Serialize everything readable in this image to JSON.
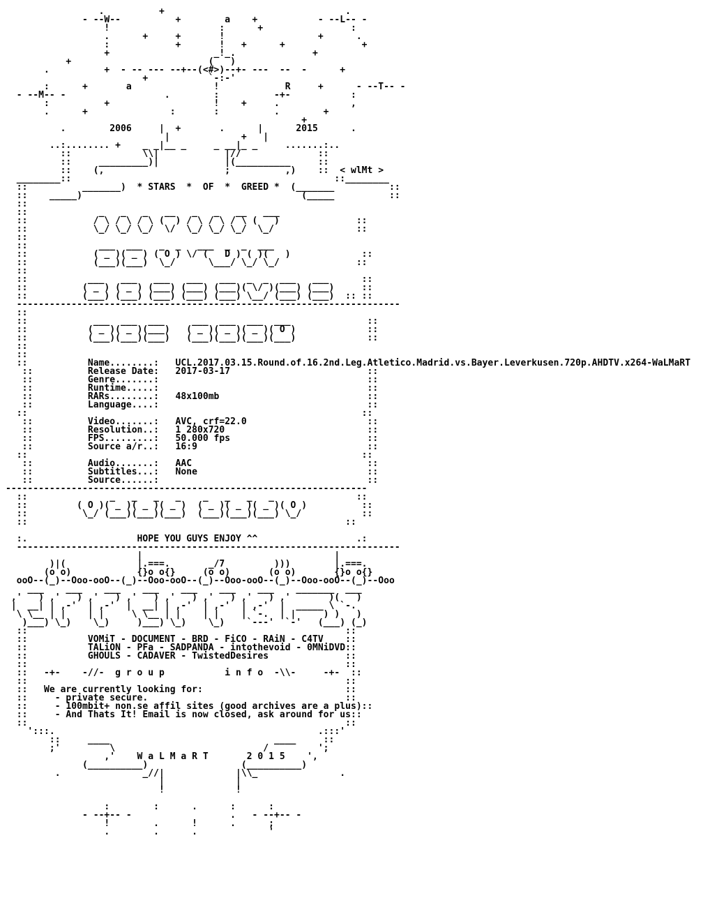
{
  "document": {
    "group_tag": "< wlMt >",
    "motto": "* STARS  *  OF  *  GREED *",
    "release_name": "UCL.2017.03.15.Round.of.16.2nd.Leg.Atletico.Madrid.vs.Bayer.Leverkusen.720p.AHDTV.x264-WaLMaRT",
    "closing_message": "HOPE YOU GUYS ENJOY ^^",
    "signature": "W a L M a R T       2 0 1 5",
    "years": [
      "2006",
      "2015"
    ],
    "release_info": [
      {
        "label": "Name........:",
        "value": "UCL.2017.03.15.Round.of.16.2nd.Leg.Atletico.Madrid.vs.Bayer.Leverkusen.720p.AHDTV.x264-WaLMaRT"
      },
      {
        "label": "Release Date:",
        "value": "2017-03-17"
      },
      {
        "label": "Genre.......:",
        "value": ""
      },
      {
        "label": "Runtime.....:",
        "value": ""
      },
      {
        "label": "RARs........:",
        "value": "48x100mb"
      },
      {
        "label": "Language....:",
        "value": ""
      },
      {
        "label": "Video.......:",
        "value": "AVC, crf=22.0"
      },
      {
        "label": "Resolution..:",
        "value": "1 280x720"
      },
      {
        "label": "FPS.........:",
        "value": "50.000 fps"
      },
      {
        "label": "Source a/r..:",
        "value": "16:9"
      },
      {
        "label": "Audio.......:",
        "value": "AAC"
      },
      {
        "label": "Subtitles...:",
        "value": "None"
      },
      {
        "label": "Source......:",
        "value": ""
      }
    ],
    "greets": [
      "VOMiT - DOCUMENT - BRD - FiCO - RAiN - C4TV",
      "TALiON - PFa - SADPANDA - intothevoid - 0MNiDVD",
      "GHOULS - CADAVER - TwistedDesires"
    ],
    "group_info_header": "-+-    -//-  g r o u p           i n f o  -\\\\-     -+-",
    "recruit_header": "We are currently looking for:",
    "recruit_items": [
      "- private secure.",
      "- 100mbit+ non.se affil sites (good archives are a plus)",
      "- And Thats It! Email is now closed, ask around for us"
    ],
    "lines": [
      "                 .          +                                 .",
      "              - --W--          +        a    +           - --L-- -",
      "                  !                    :      +                :",
      "                  .      +     +       !                 +      .",
      "                  :            +       !   +      +              +",
      "                  +                   _!_.              +",
      "           +                         (   )",
      "       .          +  - -- --- --+--(<#>)--+- ---  --  -      +",
      "                         +           `-:-'",
      "       :      +       a               !            R     +      - --T-- -",
      "  - --M-- -                  .        :          -+-           :",
      "       :          +                   !    +     .             ,",
      "       .      +               :       :          .        +",
      "                                                      +",
      "          .        2006     |  +       .      |      2015      .",
      "                             |             +   |",
      "        ..:........ +    _ _|__ _     _ __|_ _     .......:..",
      "          ::             \\\\|            |//              ::",
      "          ::     _________)|            |(__________     ::",
      "          ::    (,                      ;          ,)    ::  < wlMt >",
      "  ________::                                                ::________",
      "  ::          _______)  * STARS  *  OF  *  GREED *  (_______          ::",
      "  ::    _____)                                        (_____          ::",
      "  ::",
      "  ::             _   _   _   __   _   _   __   ___",
      "  ::            / \\ / \\ / \\ (  ) / \\ / \\ / \\ (   )              ::",
      "  ::            \\_/ \\_/ \\_/  \\/  \\_/ \\_/ \\_/  \\_/               ::",
      "  ::",
      "  ::             ___  ___   _  _   ___  _  _  ___",
      "  ::            ( _ )( _ ) ( O ) \\/ (   D ) ( )(   )             ::",
      "  ::            (___)(___)  \\_/      \\___/ \\_/ \\_/              ::",
      "  ::",
      "  ::           ___   ___   ___   ___   ___  _  _  ___   ___      ::",
      "  ::          ( _ ) ( _ ) (___) (___) (___)( \\/ )(___) (___)     ::",
      "  ::          (___) (___) (___) (___) (___) \\__/ (___) (___)  :: ::",
      "  ----------------------------------------------------------------------",
      "  ::",
      "  ::            ___  ___  ___     ___  ___  ___  ___              ::",
      "  ::           ( _ )( _ )(___)   ( _ )( _ )( _ )( O )             ::",
      "  ::           (___)(___)(___)   (___)(___)(___)(___)             ::",
      "  ::",
      "  ::",
      "  ::           Name........:   UCL.2017.03.15.Round.of.16.2nd.Leg.Atletico.Madrid.vs.Bayer.Leverkusen.720p.AHDTV.x264-WaLMaRT",
      "   ::          Release Date:   2017-03-17                         ::",
      "   ::          Genre.......:                                      ::",
      "   ::          Runtime.....:                                      ::",
      "   ::          RARs........:   48x100mb                           ::",
      "   ::          Language....:                                      ::",
      "  ::                                                             ::",
      "   ::          Video.......:   AVC, crf=22.0                      ::",
      "   ::          Resolution..:   1 280x720                          ::",
      "   ::          FPS.........:   50.000 fps                         ::",
      "   ::          Source a/r..:   16:9                               ::",
      "  ::                                                             ::",
      "   ::          Audio.......:   AAC                                ::",
      "   ::          Subtitles...:   None                               ::",
      "   ::          Source......:                                      ::",
      "------------------------------------------------------------------",
      "  ::               _   _   _   _    _   _   _   _               ::",
      "  ::         ( O )( _ )( _ )( _ )  ( _ )( _ )( _ )( O )          ::",
      "  ::          \\_/ (___)(___)(___)  (___)(___)(___) \\_/           ::",
      "  ::                                                          ::",
      "",
      "  :.                    HOPE YOU GUYS ENJOY ^^                  .:",
      "  ----------------------------------------------------------------------",
      "                        |                                   |",
      "        )|(             |.===.       _/7         )))        |.===.",
      "       (o o)            {}o o{}     (o o)       (o o)       {}o o{}",
      "  ooO--(_)--Ooo-ooO--(_)--Ooo-ooO--(_)--Ooo-ooO--(_)--Ooo-ooO--(_)--Ooo",
      "    ___    ___    ___    ___    ___    ___    ___    _______  ___",
      " ,'   ) ,'   ) ,'   ) ,'   ) ,'   ) ,'   ) ,'   ) ,'       )(   )",
      " |  __| | ,-'  | ,-'  |  __| | ,-'  | ,-'  | ,-'  |  _____ \\ `-.",
      "  \\ \\__ | |    | |     \\ \\__ | |    | |    | `-.  | |     ) )   )",
      "   )___) \\_)    \\_)     )___) \\_)    \\_)    `---'  `-'   (___) (_)",
      "  ::                                                          ::",
      "  ::           VOMiT - DOCUMENT - BRD - FiCO - RAiN - C4TV    ::",
      "  ::           TALiON - PFa - SADPANDA - intothevoid - 0MNiDVD::",
      "  ::           GHOULS - CADAVER - TwistedDesires              ::",
      "  ::                                                          ::",
      "  ::   -+-    -//-  g r o u p           i n f o  -\\\\-     -+-  ::",
      "  ::                                                          ::",
      "  ::   We are currently looking for:                          ::",
      "  ::     - private secure.                                    ::",
      "  ::     - 100mbit+ non.se affil sites (good archives are a plus)::",
      "  ::     - And Thats It! Email is now closed, ask around for us::",
      "  ::                                                          ::",
      "    ':::.                                                .:::'",
      "        ::     ____                              ____     ::",
      "        ;'         \\                           /         ';",
      "                  ,'    W a L M a R T       2 0 1 5    ',",
      "              (__________)                 (__________)",
      "         .               _//|             |\\\\_               .",
      "                            |             |",
      "                            !             !",
      "",
      "                  :        :      .      :      :",
      "              - --+-- -                  .   - --+-- -",
      "                  !        .      !      .      ;",
      "                  .        .      .             '"
    ]
  }
}
